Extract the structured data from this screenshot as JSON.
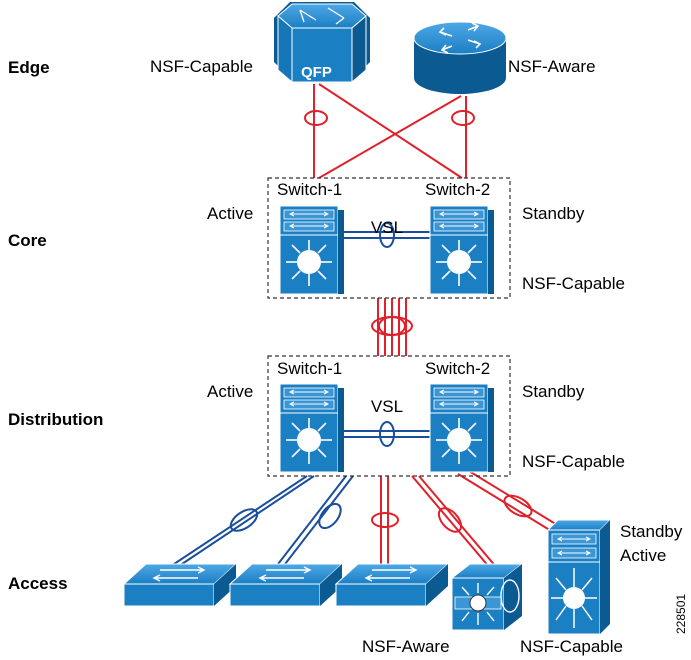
{
  "layers": {
    "edge": "Edge",
    "core": "Core",
    "distribution": "Distribution",
    "access": "Access"
  },
  "edge": {
    "router_left_label": "NSF-Capable",
    "router_left_badge": "QFP",
    "router_right_label": "NSF-Aware"
  },
  "core": {
    "switch1": "Switch-1",
    "switch2": "Switch-2",
    "left_role": "Active",
    "right_role": "Standby",
    "vsl": "VSL",
    "capability": "NSF-Capable"
  },
  "distribution": {
    "switch1": "Switch-1",
    "switch2": "Switch-2",
    "left_role": "Active",
    "right_role": "Standby",
    "vsl": "VSL",
    "capability": "NSF-Capable"
  },
  "access": {
    "stack_standby": "Standby",
    "stack_active": "Active",
    "nsf_aware": "NSF-Aware",
    "nsf_capable": "NSF-Capable"
  },
  "figure_id": "228501",
  "colors": {
    "device_blue": "#1b7fc4",
    "device_dark": "#0b5a91",
    "link_red": "#e0202a",
    "link_blue": "#1a4f9c"
  }
}
